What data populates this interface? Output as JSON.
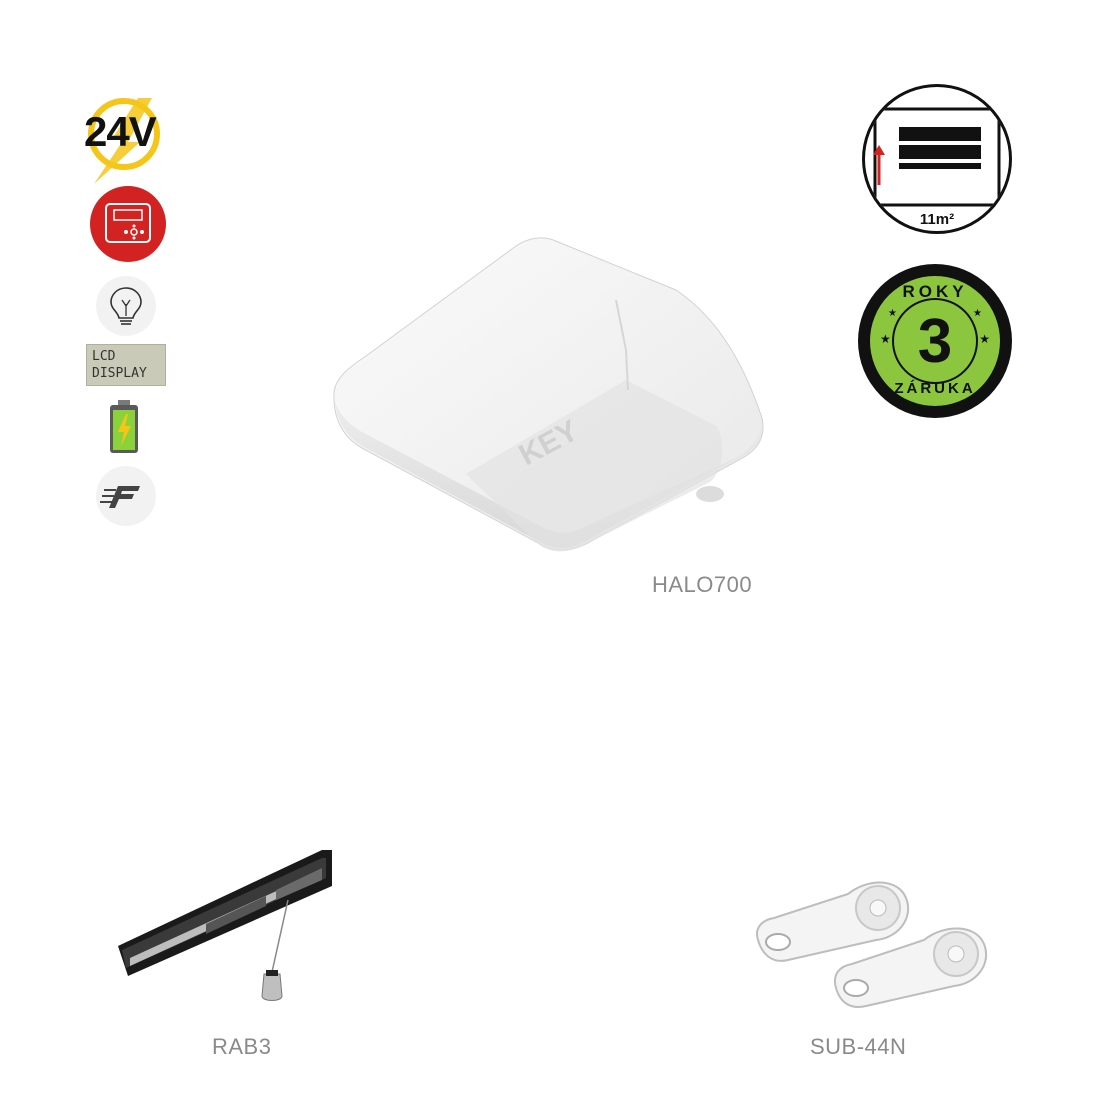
{
  "features": {
    "voltage": "24V",
    "lcd_line1": "LCD",
    "lcd_line2": "DISPLAY",
    "icons": [
      "lightning-24v-icon",
      "control-panel-icon",
      "light-bulb-icon",
      "lcd-display-icon",
      "battery-icon",
      "fast-speed-icon"
    ]
  },
  "door": {
    "area": "11m²"
  },
  "warranty": {
    "top": "ROKY",
    "number": "3",
    "bottom": "ZÁRUKA"
  },
  "products": {
    "motor": "HALO700",
    "rail": "RAB3",
    "remote": "SUB-44N"
  },
  "brand": {
    "device_logo": "KEY"
  },
  "colors": {
    "accent_red": "#d32222",
    "warranty_green": "#8cc63f",
    "label_gray": "#8a8a8a",
    "bolt_yellow": "#f5c518"
  }
}
